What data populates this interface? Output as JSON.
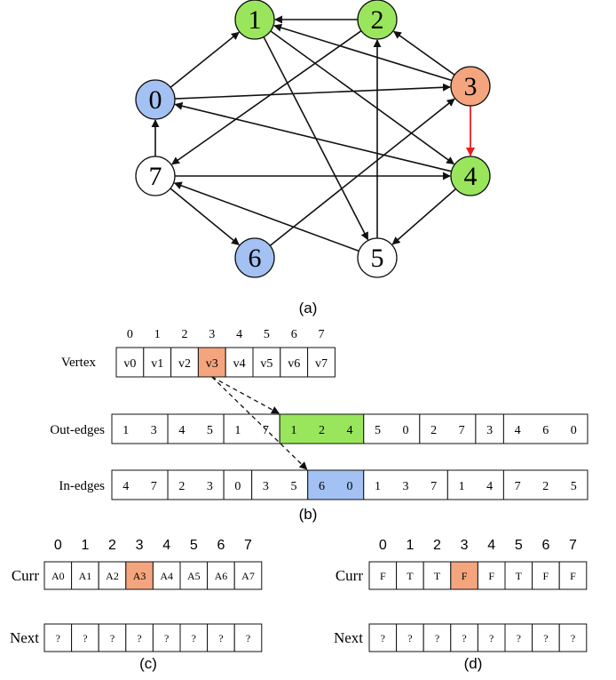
{
  "colors": {
    "green": "#99e65c",
    "orange": "#f4a57e",
    "blue": "#a3c1f2",
    "white": "#ffffff",
    "stroke": "#111111",
    "highlight_edge": "#e8201b"
  },
  "graph": {
    "nodes": [
      {
        "id": "0",
        "label": "0",
        "fill": "blue"
      },
      {
        "id": "1",
        "label": "1",
        "fill": "green"
      },
      {
        "id": "2",
        "label": "2",
        "fill": "green"
      },
      {
        "id": "3",
        "label": "3",
        "fill": "orange"
      },
      {
        "id": "4",
        "label": "4",
        "fill": "green"
      },
      {
        "id": "5",
        "label": "5",
        "fill": "white"
      },
      {
        "id": "6",
        "label": "6",
        "fill": "blue"
      },
      {
        "id": "7",
        "label": "7",
        "fill": "white"
      }
    ],
    "edges": [
      {
        "from": "0",
        "to": "1"
      },
      {
        "from": "0",
        "to": "3"
      },
      {
        "from": "1",
        "to": "4"
      },
      {
        "from": "1",
        "to": "5"
      },
      {
        "from": "2",
        "to": "1"
      },
      {
        "from": "2",
        "to": "7"
      },
      {
        "from": "3",
        "to": "1"
      },
      {
        "from": "3",
        "to": "2"
      },
      {
        "from": "3",
        "to": "4",
        "highlight": true
      },
      {
        "from": "4",
        "to": "0"
      },
      {
        "from": "4",
        "to": "5"
      },
      {
        "from": "5",
        "to": "2"
      },
      {
        "from": "5",
        "to": "7"
      },
      {
        "from": "6",
        "to": "3"
      },
      {
        "from": "7",
        "to": "0"
      },
      {
        "from": "7",
        "to": "4"
      },
      {
        "from": "7",
        "to": "6"
      }
    ],
    "caption": "(a)"
  },
  "csr": {
    "indices": [
      "0",
      "1",
      "2",
      "3",
      "4",
      "5",
      "6",
      "7"
    ],
    "vertex_label": "Vertex",
    "vertex_cells": [
      "v0",
      "v1",
      "v2",
      "v3",
      "v4",
      "v5",
      "v6",
      "v7"
    ],
    "vertex_highlight_index": 3,
    "out_label": "Out-edges",
    "out_groups": [
      [
        "1",
        "3"
      ],
      [
        "4",
        "5"
      ],
      [
        "1",
        "7"
      ],
      [
        "1",
        "2",
        "4"
      ],
      [
        "5",
        "0"
      ],
      [
        "2",
        "7"
      ],
      [
        "3"
      ],
      [
        "4",
        "6",
        "0"
      ]
    ],
    "out_highlight_group": 3,
    "in_label": "In-edges",
    "in_groups": [
      [
        "4",
        "7"
      ],
      [
        "2",
        "3"
      ],
      [
        "0"
      ],
      [
        "3",
        "5"
      ],
      [
        "6",
        "0"
      ],
      [
        "1",
        "3",
        "7"
      ],
      [
        "1",
        "4"
      ],
      [
        "7",
        "2",
        "5"
      ]
    ],
    "in_highlight_group": 4,
    "caption": "(b)"
  },
  "panel_c": {
    "indices": [
      "0",
      "1",
      "2",
      "3",
      "4",
      "5",
      "6",
      "7"
    ],
    "curr_label": "Curr",
    "curr_cells": [
      "A0",
      "A1",
      "A2",
      "A3",
      "A4",
      "A5",
      "A6",
      "A7"
    ],
    "curr_highlight_index": 3,
    "next_label": "Next",
    "next_cells": [
      "?",
      "?",
      "?",
      "?",
      "?",
      "?",
      "?",
      "?"
    ],
    "caption": "(c)"
  },
  "panel_d": {
    "indices": [
      "0",
      "1",
      "2",
      "3",
      "4",
      "5",
      "6",
      "7"
    ],
    "curr_label": "Curr",
    "curr_cells": [
      "F",
      "T",
      "T",
      "F",
      "F",
      "T",
      "F",
      "F"
    ],
    "curr_highlight_index": 3,
    "next_label": "Next",
    "next_cells": [
      "?",
      "?",
      "?",
      "?",
      "?",
      "?",
      "?",
      "?"
    ],
    "caption": "(d)"
  }
}
